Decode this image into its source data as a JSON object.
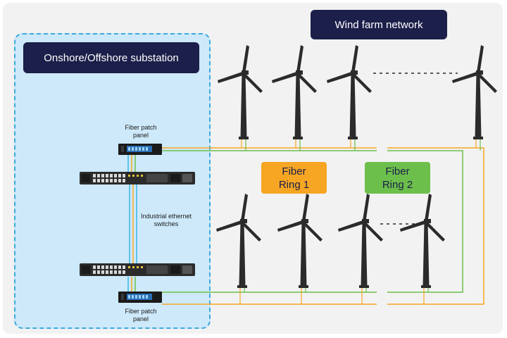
{
  "wind_farm_title": "Wind farm network",
  "substation_title": "Onshore/Offshore substation",
  "patch_panel_top": [
    "Fiber patch",
    "panel"
  ],
  "patch_panel_bottom": [
    "Fiber patch",
    "panel"
  ],
  "switches_label": [
    "Industrial ethernet",
    "switches"
  ],
  "ring1": [
    "Fiber",
    "Ring 1"
  ],
  "ring2": [
    "Fiber",
    "Ring 2"
  ],
  "colors": {
    "navy": "#1c1f4a",
    "substation_fill": "#cde9fa",
    "substation_border": "#3fa9dc",
    "ring1": "#f6a623",
    "ring2": "#6cbf4a",
    "link_blue": "#37b6e8",
    "turbine": "#2b2b2b"
  }
}
